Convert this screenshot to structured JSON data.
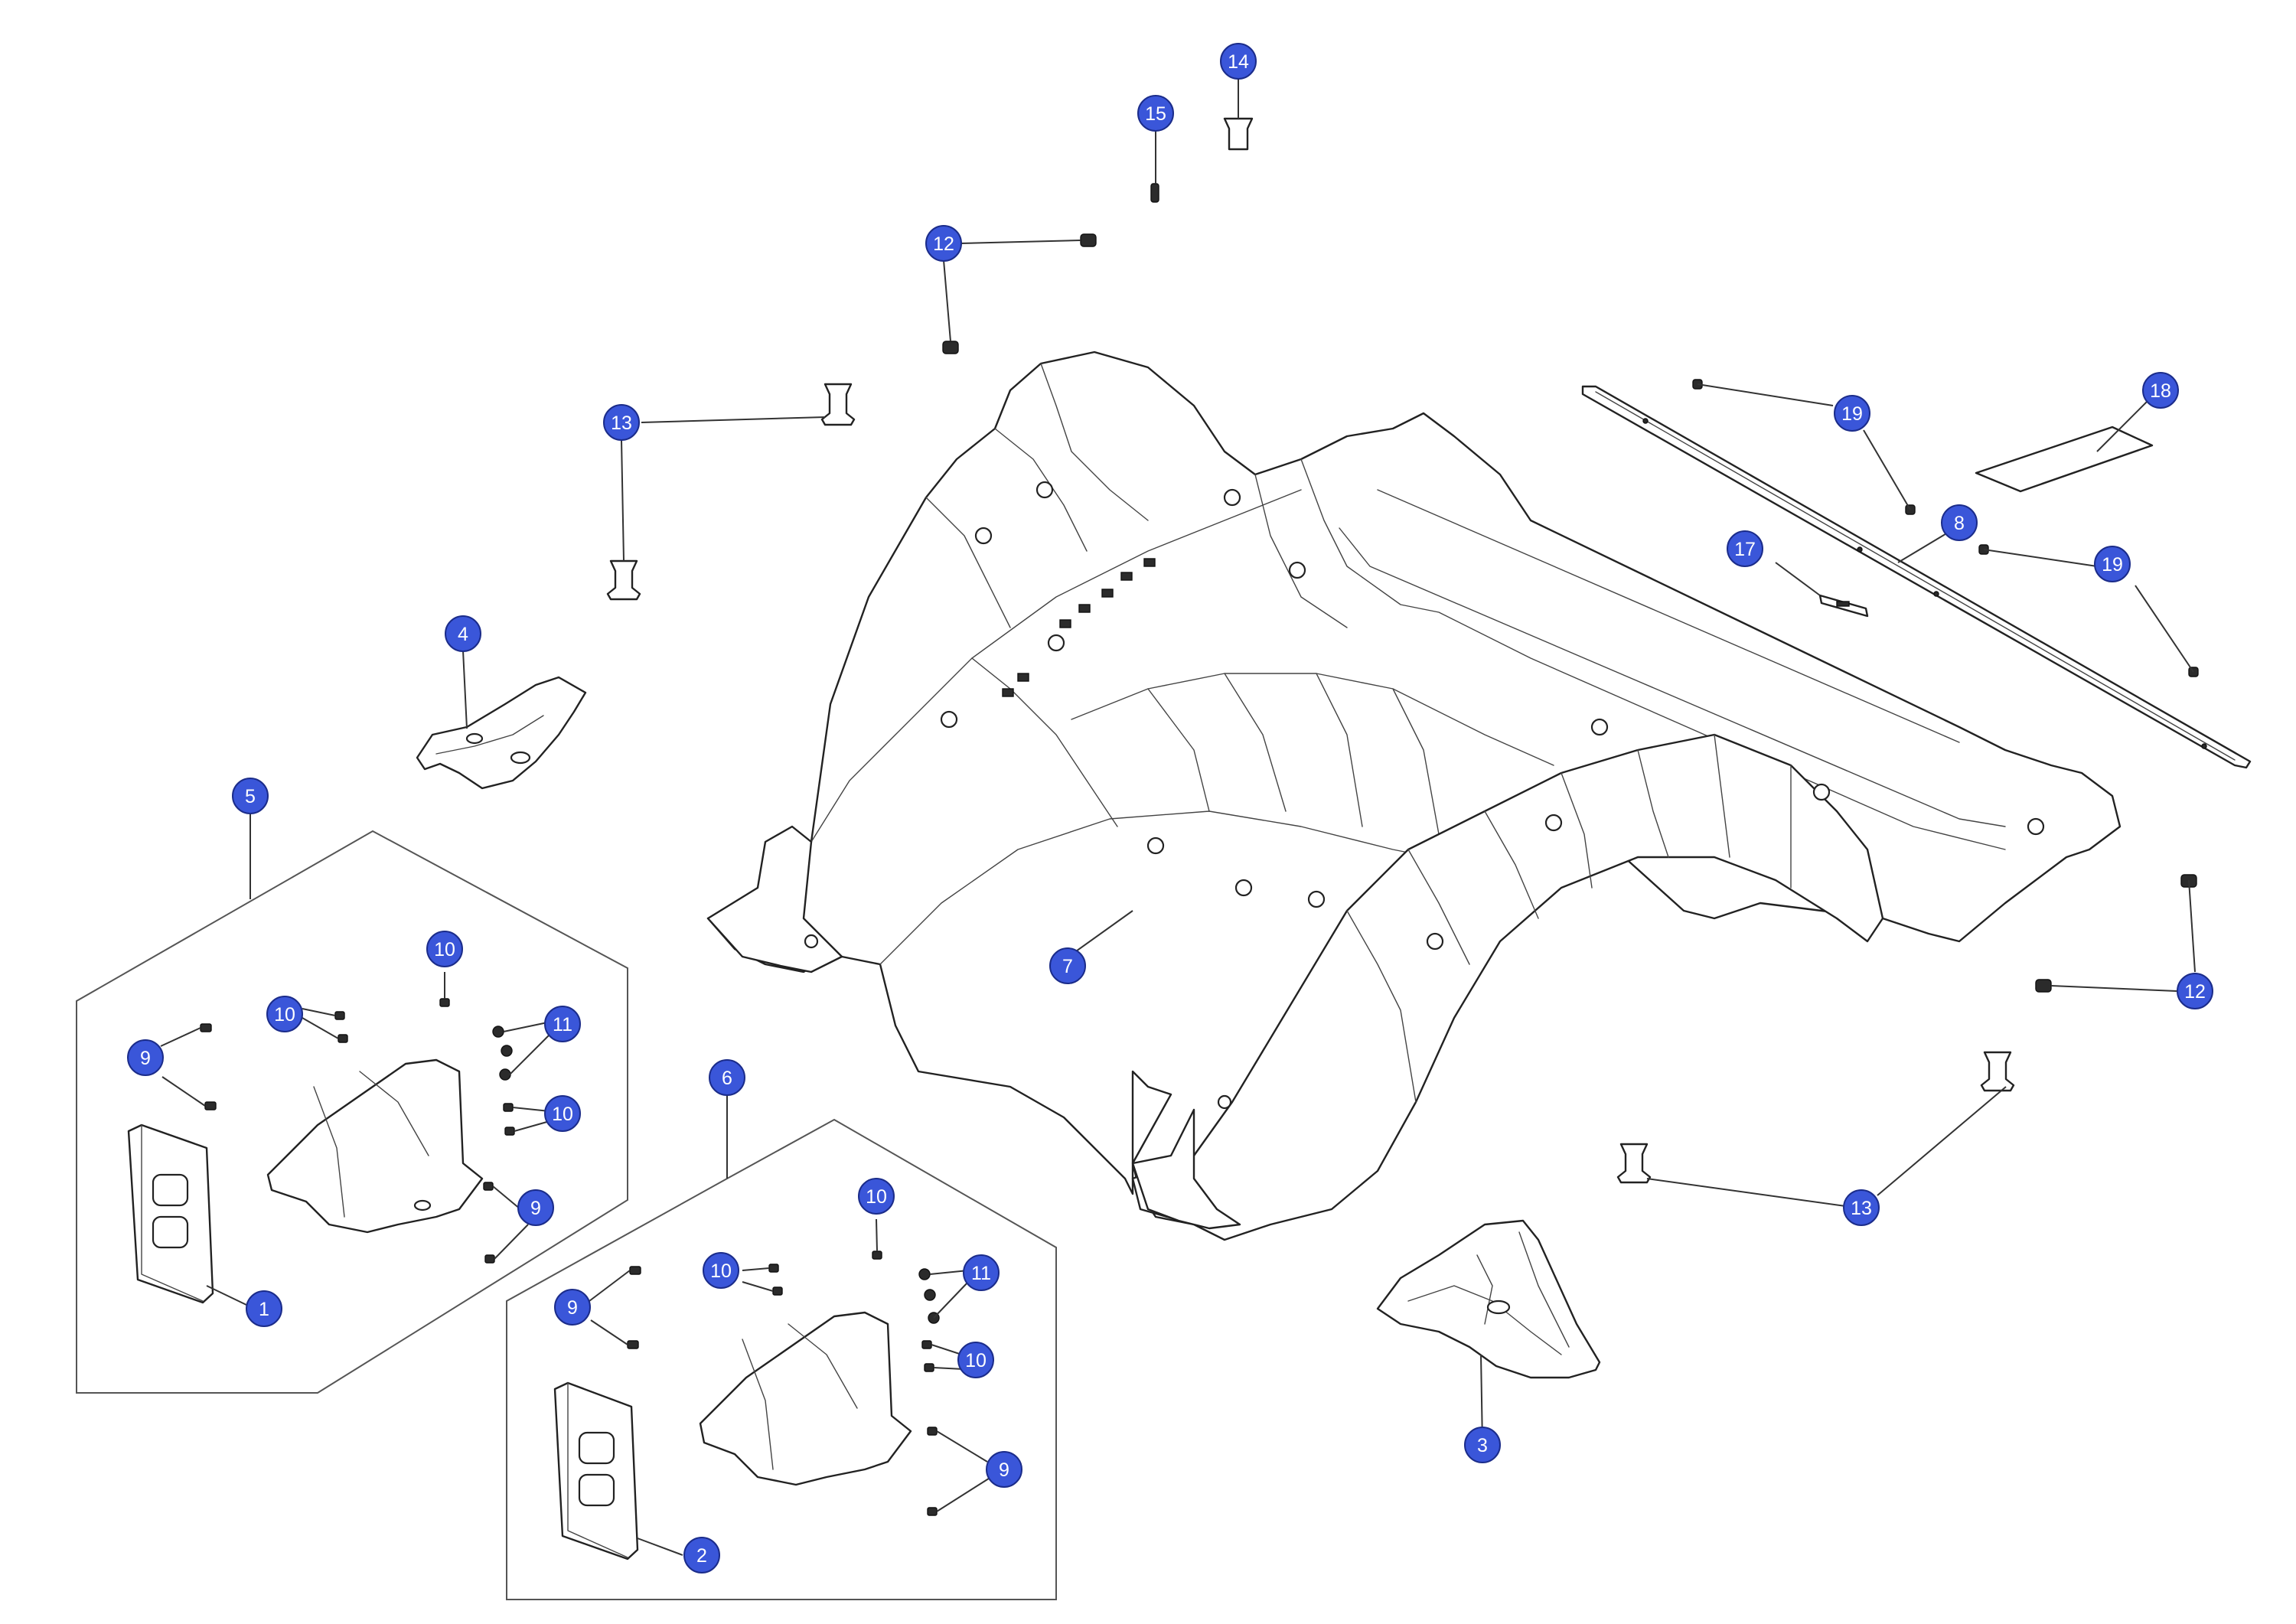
{
  "diagram": {
    "type": "exploded parts diagram",
    "callout_color": "#3a56d9",
    "callout_text_color": "#ffffff",
    "callouts": [
      {
        "id": "c1",
        "label": "1"
      },
      {
        "id": "c2",
        "label": "2"
      },
      {
        "id": "c3",
        "label": "3"
      },
      {
        "id": "c4",
        "label": "4"
      },
      {
        "id": "c5",
        "label": "5"
      },
      {
        "id": "c6",
        "label": "6"
      },
      {
        "id": "c7",
        "label": "7"
      },
      {
        "id": "c8",
        "label": "8"
      },
      {
        "id": "c9a",
        "label": "9"
      },
      {
        "id": "c9b",
        "label": "9"
      },
      {
        "id": "c9c",
        "label": "9"
      },
      {
        "id": "c9d",
        "label": "9"
      },
      {
        "id": "c10a",
        "label": "10"
      },
      {
        "id": "c10b",
        "label": "10"
      },
      {
        "id": "c10c",
        "label": "10"
      },
      {
        "id": "c10d",
        "label": "10"
      },
      {
        "id": "c10e",
        "label": "10"
      },
      {
        "id": "c10f",
        "label": "10"
      },
      {
        "id": "c11a",
        "label": "11"
      },
      {
        "id": "c11b",
        "label": "11"
      },
      {
        "id": "c12a",
        "label": "12"
      },
      {
        "id": "c12b",
        "label": "12"
      },
      {
        "id": "c13a",
        "label": "13"
      },
      {
        "id": "c13b",
        "label": "13"
      },
      {
        "id": "c14",
        "label": "14"
      },
      {
        "id": "c15",
        "label": "15"
      },
      {
        "id": "c17",
        "label": "17"
      },
      {
        "id": "c18",
        "label": "18"
      },
      {
        "id": "c19a",
        "label": "19"
      },
      {
        "id": "c19b",
        "label": "19"
      }
    ]
  }
}
